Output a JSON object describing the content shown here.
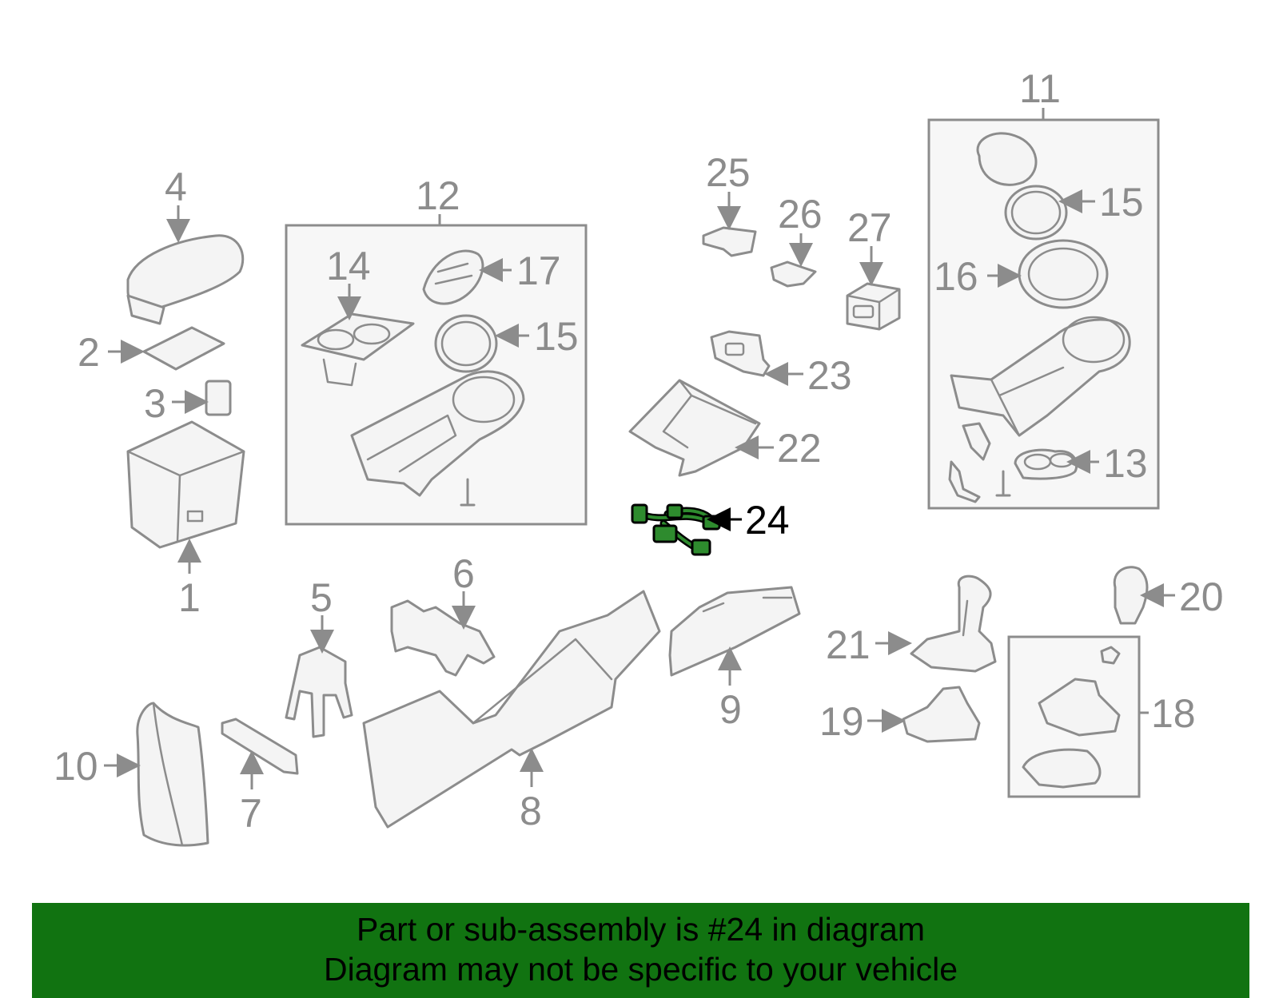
{
  "highlight_color": "#117311",
  "highlighted_part": "24",
  "callouts": {
    "c1": "1",
    "c2": "2",
    "c3": "3",
    "c4": "4",
    "c5": "5",
    "c6": "6",
    "c7": "7",
    "c8": "8",
    "c9": "9",
    "c10": "10",
    "c11": "11",
    "c12": "12",
    "c13": "13",
    "c14": "14",
    "c15a": "15",
    "c15b": "15",
    "c16": "16",
    "c17": "17",
    "c18": "18",
    "c19": "19",
    "c20": "20",
    "c21": "21",
    "c22": "22",
    "c23": "23",
    "c24": "24",
    "c25": "25",
    "c26": "26",
    "c27": "27"
  },
  "banner": {
    "line1": "Part or sub-assembly is #24 in diagram",
    "line2": "Diagram may not be specific to your vehicle"
  }
}
